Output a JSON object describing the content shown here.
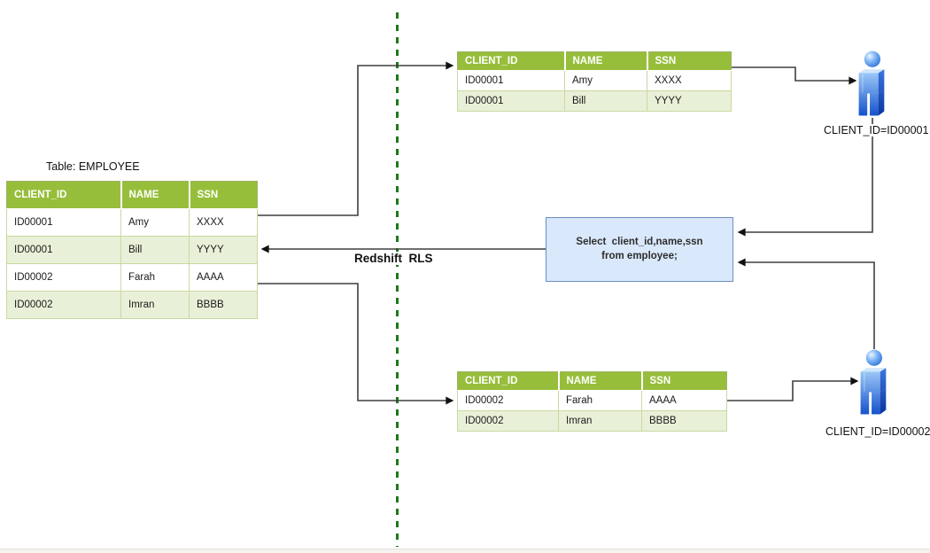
{
  "source_table": {
    "title": "Table: EMPLOYEE",
    "headers": [
      "CLIENT_ID",
      "NAME",
      "SSN"
    ],
    "rows": [
      [
        "ID00001",
        "Amy",
        "XXXX"
      ],
      [
        "ID00001",
        "Bill",
        "YYYY"
      ],
      [
        "ID00002",
        "Farah",
        "AAAA"
      ],
      [
        "ID00002",
        "Imran",
        "BBBB"
      ]
    ]
  },
  "client1_table": {
    "headers": [
      "CLIENT_ID",
      "NAME",
      "SSN"
    ],
    "rows": [
      [
        "ID00001",
        "Amy",
        "XXXX"
      ],
      [
        "ID00001",
        "Bill",
        "YYYY"
      ]
    ]
  },
  "client2_table": {
    "headers": [
      "CLIENT_ID",
      "NAME",
      "SSN"
    ],
    "rows": [
      [
        "ID00002",
        "Farah",
        "AAAA"
      ],
      [
        "ID00002",
        "Imran",
        "BBBB"
      ]
    ]
  },
  "query_box": {
    "line1": "Select  client_id,name,ssn",
    "line2": "from employee;"
  },
  "rls_label": "Redshift  RLS",
  "user1": {
    "label": "CLIENT_ID=ID00001"
  },
  "user2": {
    "label": "CLIENT_ID=ID00002"
  },
  "colors": {
    "header_green": "#97be3b",
    "row_alt": "#e9f0d8",
    "table_border": "#9fb169",
    "cell_border": "#c9d9a0",
    "query_fill": "#dae8fc",
    "query_border": "#6c8ebf",
    "dashed_line": "#1a7a1a",
    "connector": "#3f3f3f",
    "user_blue": "#2b6fd8"
  }
}
